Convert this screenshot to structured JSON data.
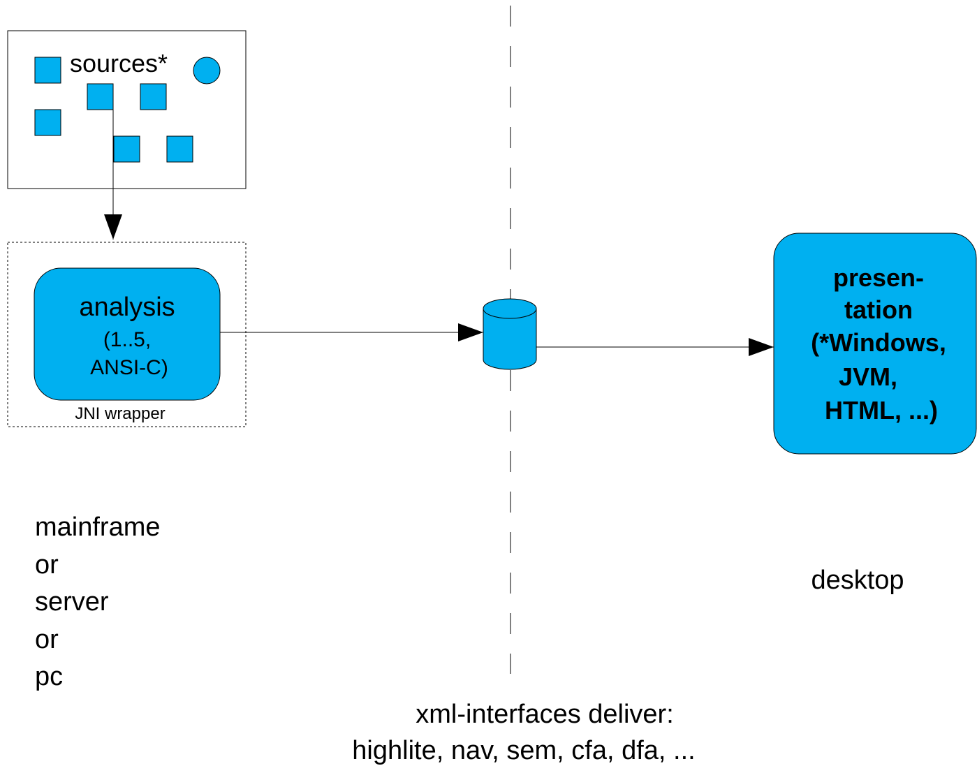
{
  "colors": {
    "shape_fill": "#00b0f0",
    "stroke": "#000000",
    "background": "#ffffff"
  },
  "sources_box": {
    "label": "sources*"
  },
  "analysis_box": {
    "title": "analysis",
    "line1": "(1..5,",
    "line2": "ANSI-C)",
    "wrapper_label": "JNI wrapper"
  },
  "database": {
    "icon": "database-cylinder-icon"
  },
  "presentation_box": {
    "lines": [
      "presen-",
      "tation",
      "(*Windows,",
      "JVM,",
      "HTML, ...)"
    ]
  },
  "left_caption": {
    "lines": [
      "mainframe",
      "or",
      "server",
      "or",
      "pc"
    ]
  },
  "right_caption": {
    "text": "desktop"
  },
  "bottom_caption": {
    "line1": "xml-interfaces deliver:",
    "line2": "highlite, nav, sem, cfa, dfa, ..."
  }
}
